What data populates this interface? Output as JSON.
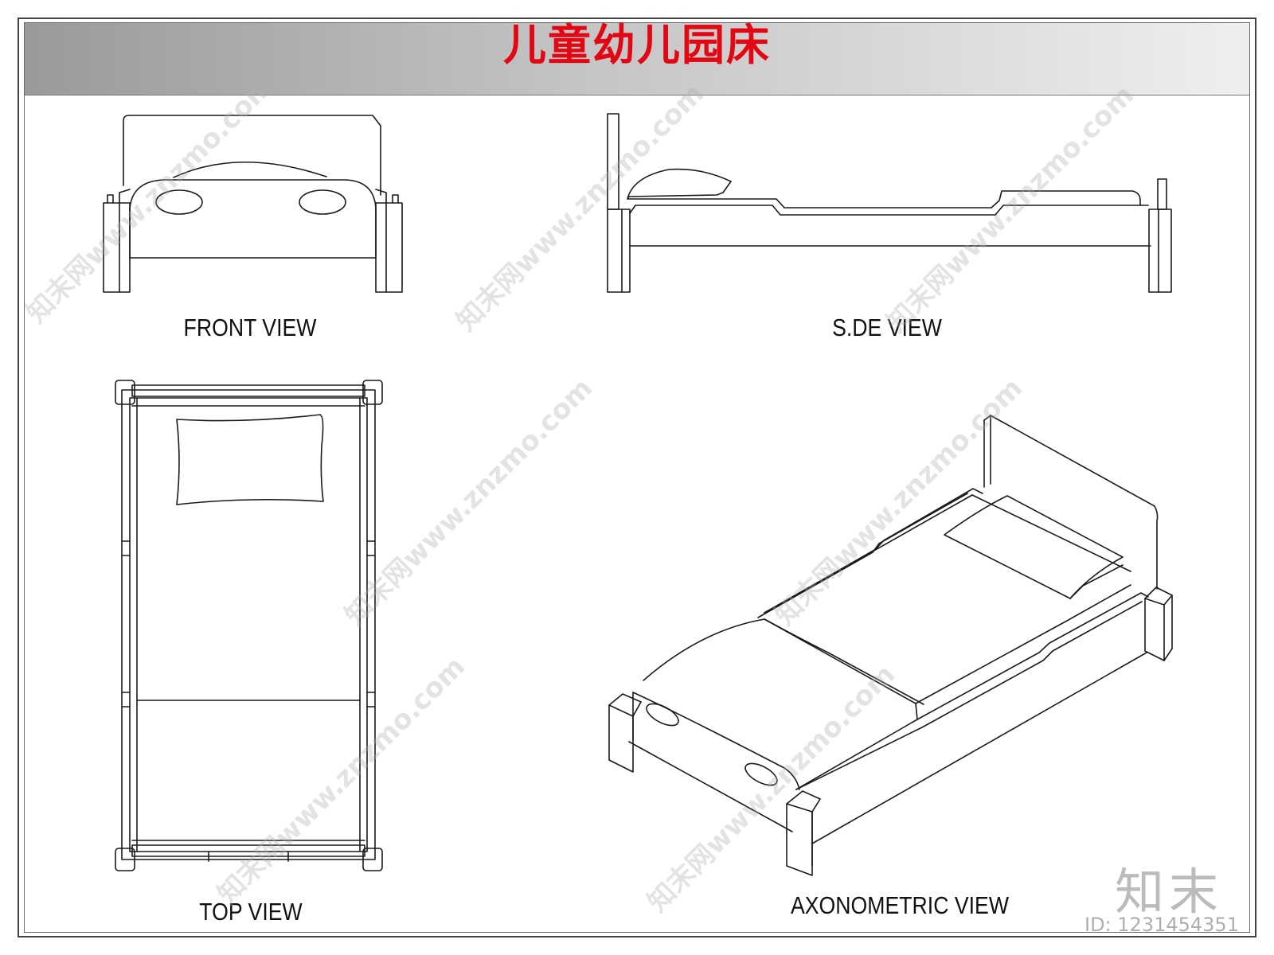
{
  "title": "儿童幼儿园床",
  "views": {
    "front": "FRONT VIEW",
    "side": "S.DE VIEW",
    "top": "TOP VIEW",
    "axonometric": "AXONOMETRIC VIEW"
  },
  "watermark": {
    "text": "知末网www.znzmo.com",
    "logo": "知末",
    "id": "ID: 1231454351"
  },
  "colors": {
    "title": "#e30613",
    "line": "#1a1a1a"
  }
}
